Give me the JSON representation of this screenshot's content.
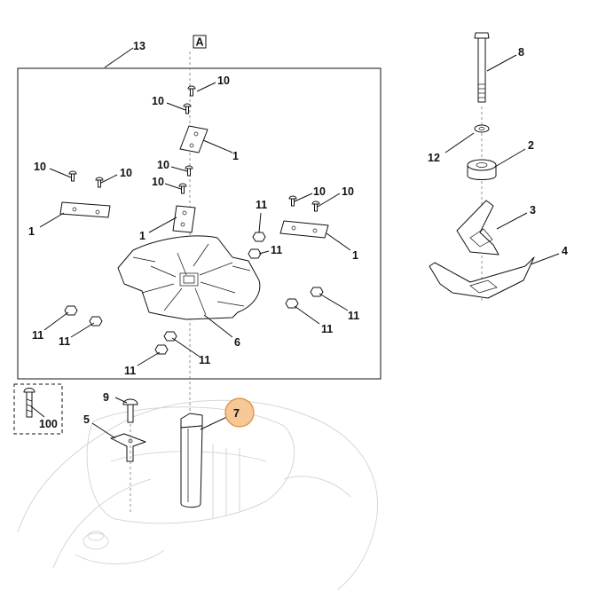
{
  "diagram": {
    "view_marker": "A",
    "callouts": {
      "c13": "13",
      "c8": "8",
      "c12": "12",
      "c2": "2",
      "c3": "3",
      "c4": "4",
      "c1a": "1",
      "c1b": "1",
      "c1c": "1",
      "c1d": "1",
      "c10a": "10",
      "c10b": "10",
      "c10c": "10",
      "c10d": "10",
      "c10e": "10",
      "c10f": "10",
      "c10g": "10",
      "c10h": "10",
      "c11a": "11",
      "c11b": "11",
      "c11c": "11",
      "c11d": "11",
      "c11e": "11",
      "c11f": "11",
      "c11g": "11",
      "c11h": "11",
      "c6": "6",
      "c100": "100",
      "c9": "9",
      "c5": "5",
      "c7": "7"
    },
    "highlight_color": "#f5c896",
    "highlight_border": "#e0893a"
  }
}
